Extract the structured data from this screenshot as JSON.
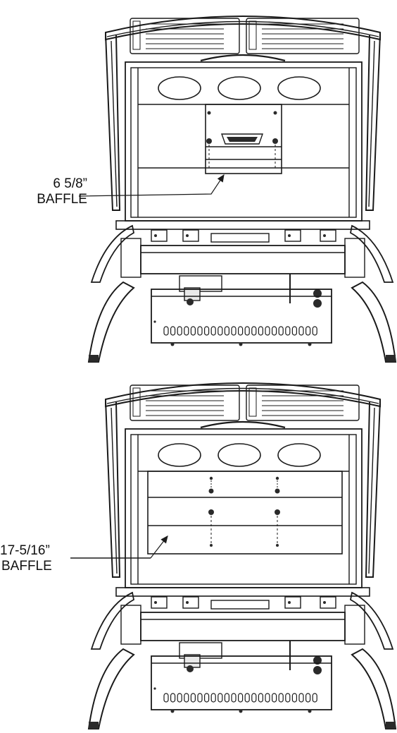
{
  "figures": [
    {
      "id": "top",
      "callout": {
        "measurement": "6 5/8”",
        "label": "BAFFLE"
      },
      "vent_slot_count": 23
    },
    {
      "id": "bottom",
      "callout": {
        "measurement": "17-5/16”",
        "label": "BAFFLE"
      },
      "vent_slot_count": 23
    }
  ],
  "colors": {
    "line": "#1a1a1a",
    "shade": "#e9e9e9",
    "dark": "#2a2a2a"
  }
}
